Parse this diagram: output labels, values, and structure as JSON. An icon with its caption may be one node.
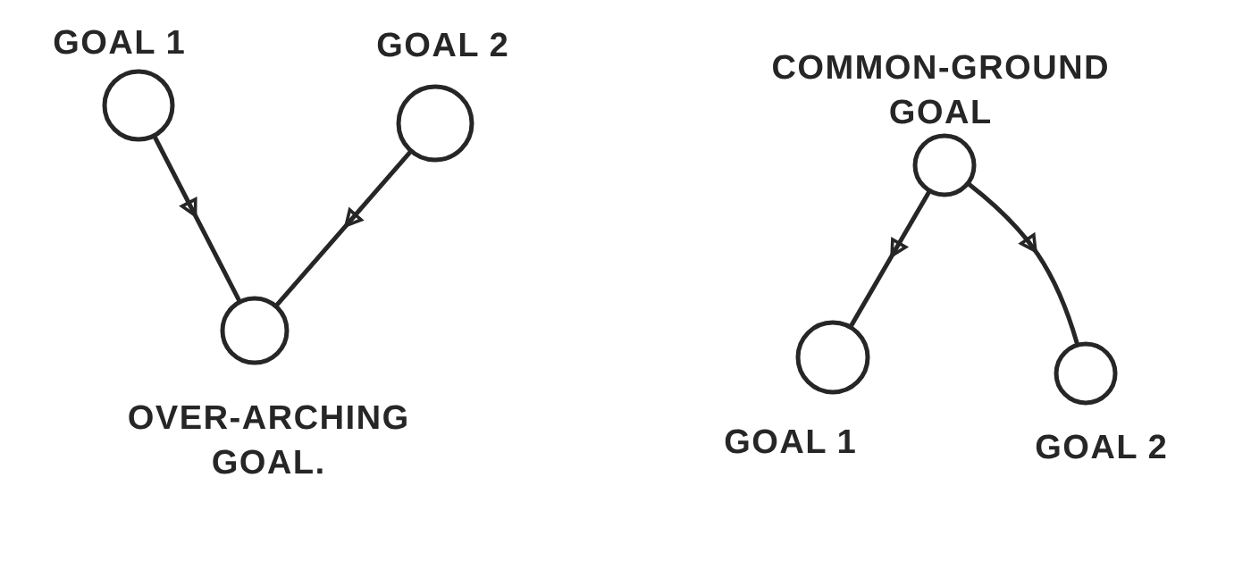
{
  "diagram": {
    "nodes": [
      {
        "text": [
          "GOAL 1"
        ]
      },
      {
        "text": [
          "GOAL 2"
        ]
      },
      {
        "text": [
          "OVER-ARCHING GOAL."
        ]
      },
      {
        "text": [
          "COMMON-GROUND GOAL"
        ]
      },
      {
        "text": [
          "GOAL 1"
        ]
      },
      {
        "text": [
          "GOAL 2"
        ]
      }
    ],
    "edges": [
      {
        "from": 0,
        "to": 2,
        "arrow": "to"
      },
      {
        "from": 1,
        "to": 2,
        "arrow": "to"
      },
      {
        "from": 3,
        "to": 4,
        "arrow": "to"
      },
      {
        "from": 3,
        "to": 5,
        "arrow": "to"
      }
    ]
  }
}
